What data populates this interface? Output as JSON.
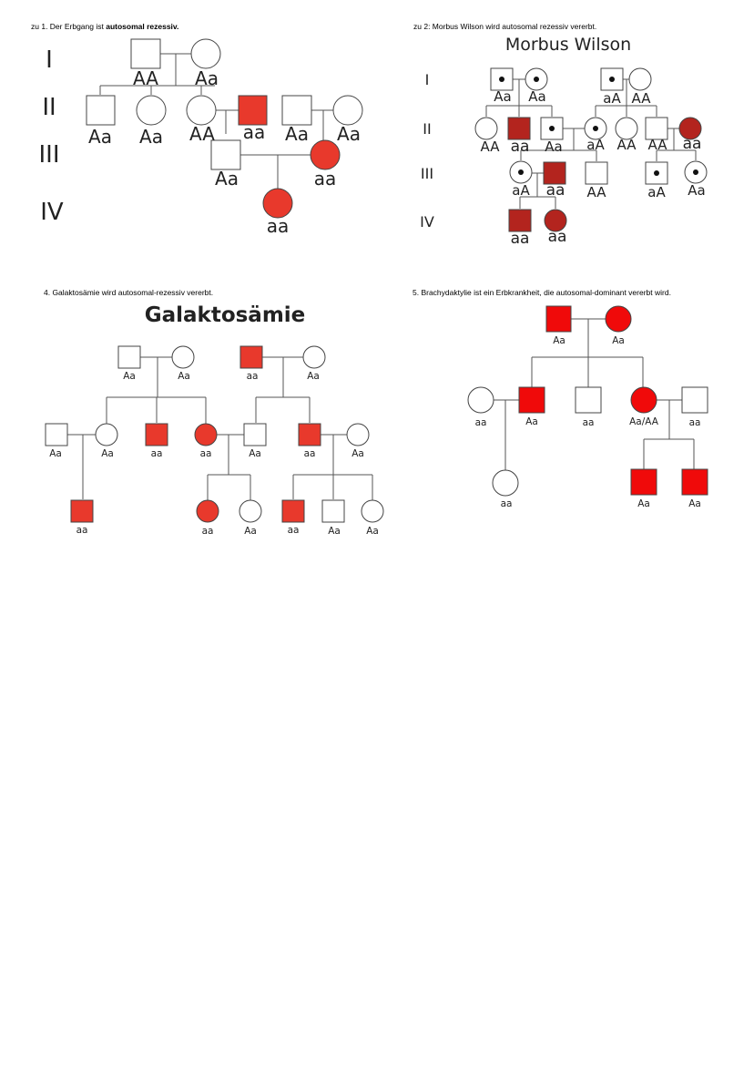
{
  "colors": {
    "affected": "#e8392c",
    "affected_dark": "#b3241e",
    "affected_bright": "#f00a0a",
    "unaffected": "#ffffff",
    "line": "#555555"
  },
  "p1": {
    "caption_pre": "zu 1. Der Erbgang ist ",
    "caption_bold": "autosomal rezessiv.",
    "generations": [
      "I",
      "II",
      "III",
      "IV"
    ],
    "labels": [
      "AA",
      "Aa",
      "Aa",
      "Aa",
      "AA",
      "aa",
      "Aa",
      "Aa",
      "Aa",
      "aa",
      "aa"
    ]
  },
  "p2": {
    "caption": "zu 2: Morbus Wilson wird autosomal rezessiv vererbt.",
    "title": "Morbus Wilson",
    "generations": [
      "I",
      "II",
      "III",
      "IV"
    ],
    "labels": [
      "Aa",
      "Aa",
      "aA",
      "AA",
      "AA",
      "aa",
      "Aa",
      "aA",
      "AA",
      "AA",
      "aa",
      "aA",
      "aa",
      "AA",
      "aA",
      "Aa",
      "aa",
      "aa"
    ]
  },
  "p4": {
    "caption": "4. Galaktosämie wird autosomal-rezessiv vererbt.",
    "title": "Galaktosämie",
    "labels": [
      "Aa",
      "Aa",
      "aa",
      "Aa",
      "Aa",
      "Aa",
      "aa",
      "aa",
      "Aa",
      "aa",
      "Aa",
      "aa",
      "aa",
      "Aa",
      "aa",
      "Aa",
      "Aa"
    ]
  },
  "p5": {
    "caption": "5. Brachydaktylie ist ein Erbkrankheit, die autosomal-dominant vererbt wird.",
    "labels": [
      "Aa",
      "Aa",
      "aa",
      "Aa",
      "aa",
      "Aa/AA",
      "aa",
      "aa",
      "Aa",
      "Aa"
    ]
  }
}
